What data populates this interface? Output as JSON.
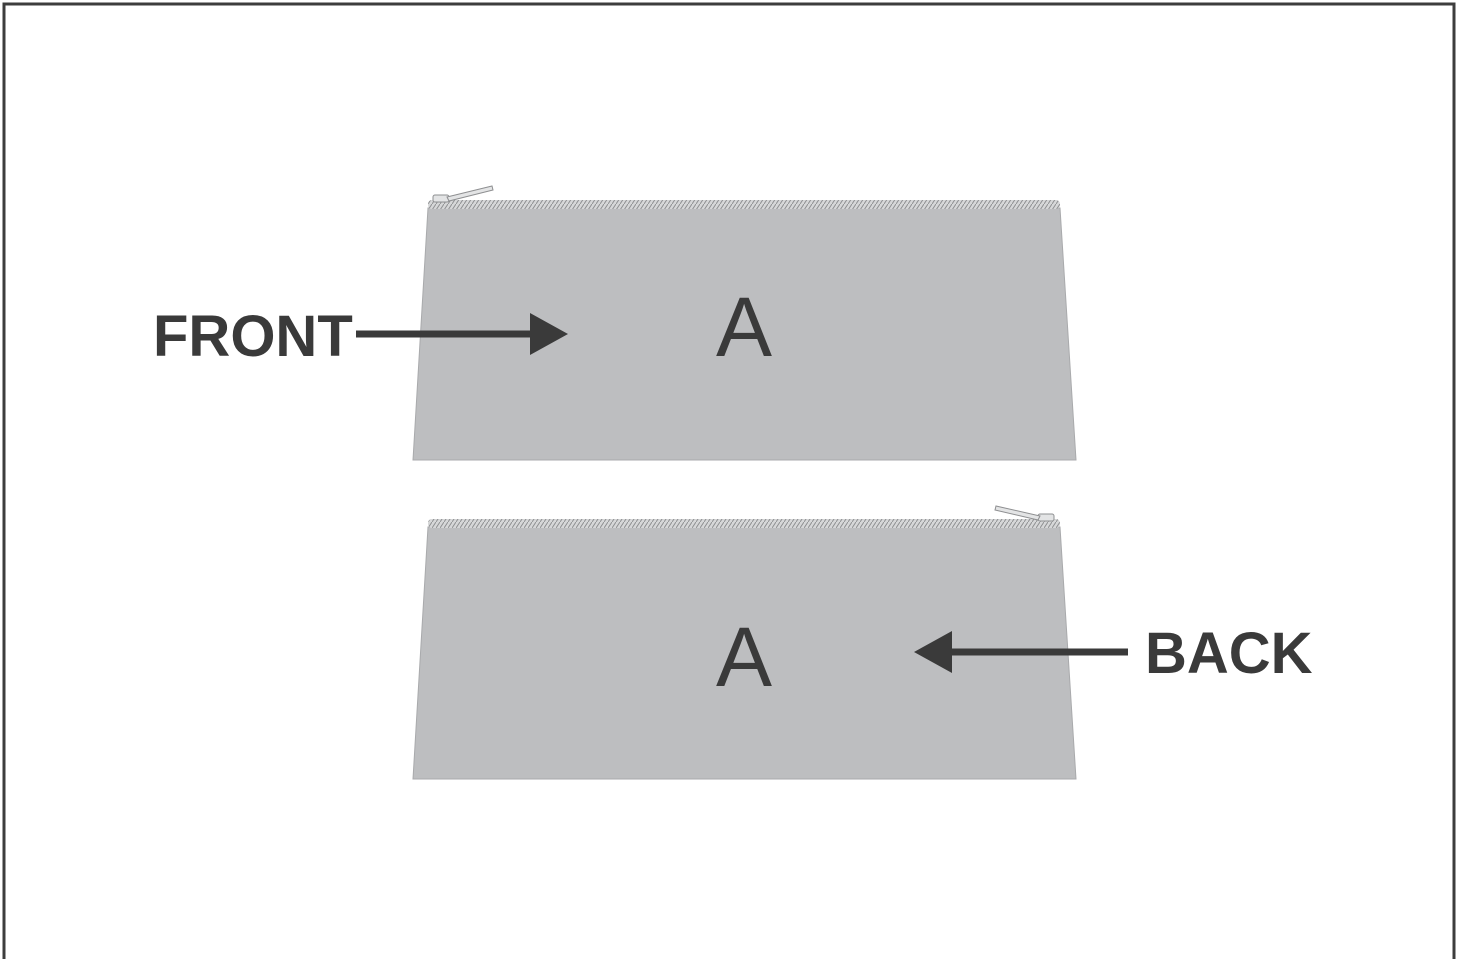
{
  "diagram": {
    "colors": {
      "frame": "#3d3d3d",
      "panel_fill": "#bdbec0",
      "panel_stroke": "#a9aaac",
      "zipper_tape": "#d6d7d8",
      "zipper_teeth": "#8e8f91",
      "ink": "#3a3a3a",
      "background": "#ffffff"
    },
    "front": {
      "label": "FRONT",
      "panel_letter": "A",
      "zipper_pull_side": "left"
    },
    "back": {
      "label": "BACK",
      "panel_letter": "A",
      "zipper_pull_side": "right"
    }
  }
}
